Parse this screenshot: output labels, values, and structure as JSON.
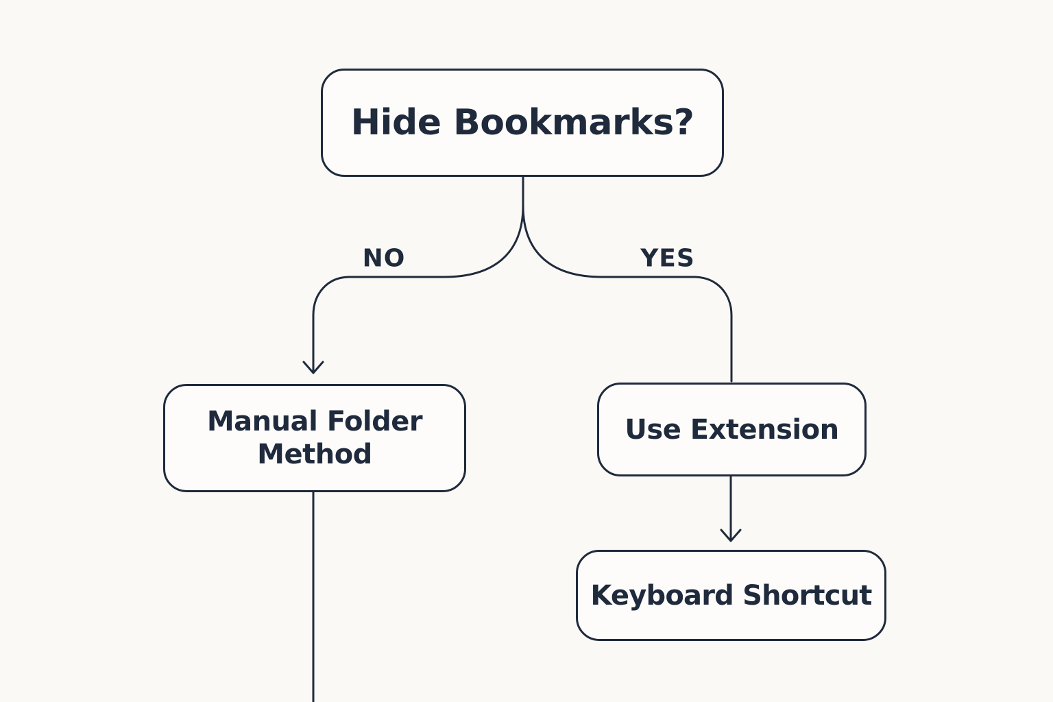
{
  "diagram": {
    "type": "flowchart",
    "colors": {
      "background": "#fbf9f6",
      "stroke": "#1f2a3c",
      "text": "#1f2a3c"
    },
    "nodes": {
      "root": {
        "label": "Hide Bookmarks?"
      },
      "no_branch": {
        "line1": "Manual Folder",
        "line2": "Method"
      },
      "yes_branch": {
        "label": "Use Extension"
      },
      "yes_next": {
        "label": "Keyboard Shortcut"
      }
    },
    "edges": {
      "no": {
        "label": "NO"
      },
      "yes": {
        "label": "YES"
      }
    }
  }
}
